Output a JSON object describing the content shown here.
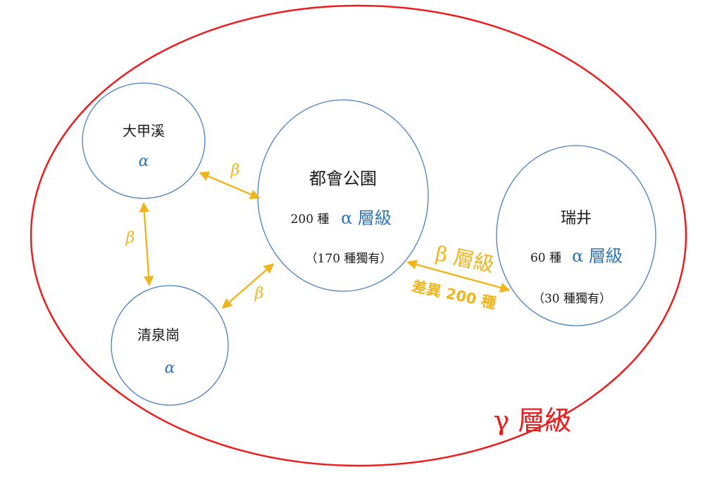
{
  "colors": {
    "gamma_ring": "#ee1c1c",
    "habitat_ring": "#4a7fc0",
    "alpha_blue": "#2e75b6",
    "beta_gold": "#f0b41c",
    "text_dark": "#1a1a1a"
  },
  "gamma": {
    "label": "γ 層級"
  },
  "habitats": {
    "dajiaxi": {
      "name": "大甲溪",
      "alpha": "α"
    },
    "qingquangang": {
      "name": "清泉崗",
      "alpha": "α"
    },
    "urban_park": {
      "name": "都會公園",
      "species_count": "200 種",
      "alpha_label": "α 層級",
      "unique": "（170 種獨有）"
    },
    "ruijing": {
      "name": "瑞井",
      "species_count": "60 種",
      "alpha_label": "α 層級",
      "unique": "（30 種獨有）"
    }
  },
  "links": {
    "dajiaxi_park": {
      "label": "β"
    },
    "dajiaxi_qingquangang": {
      "label": "β"
    },
    "qingquangang_park": {
      "label": "β"
    },
    "park_ruijing": {
      "label": "β 層級",
      "difference": "差異 200 種"
    }
  }
}
